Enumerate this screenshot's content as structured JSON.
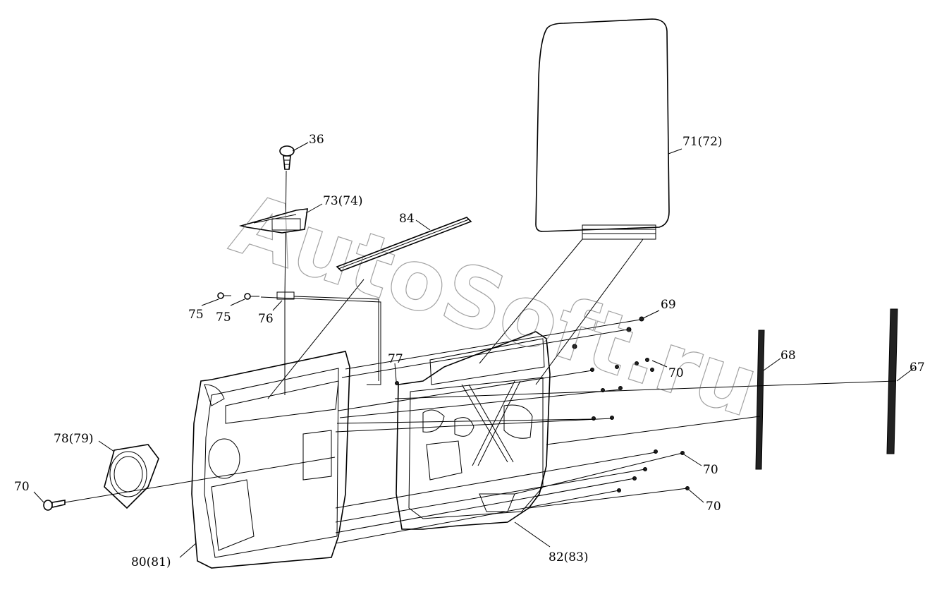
{
  "watermark": "AutoSoft.ru",
  "callouts": {
    "c36": "36",
    "c71": "71(72)",
    "c73": "73(74)",
    "c84": "84",
    "c75a": "75",
    "c75b": "75",
    "c76": "76",
    "c69": "69",
    "c77": "77",
    "c70_right": "70",
    "c68": "68",
    "c67": "67",
    "c78": "78(79)",
    "c70_left": "70",
    "c70_mid": "70",
    "c70_low": "70",
    "c80": "80(81)",
    "c82": "82(83)"
  }
}
